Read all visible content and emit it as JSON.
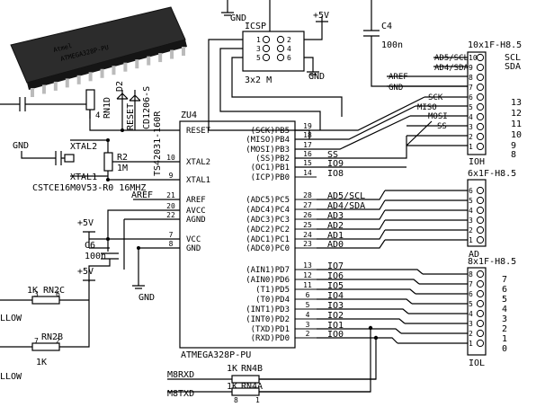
{
  "chip": {
    "designator": "ZU4",
    "part": "ATMEGA328P-PU",
    "left_pins": [
      {
        "num": "",
        "name": "RESET"
      },
      {
        "num": "10",
        "name": "XTAL2"
      },
      {
        "num": "9",
        "name": "XTAL1"
      },
      {
        "num": "21",
        "name": "AREF"
      },
      {
        "num": "20",
        "name": "AVCC"
      },
      {
        "num": "22",
        "name": "AGND"
      },
      {
        "num": "7",
        "name": "VCC"
      },
      {
        "num": "8",
        "name": "GND"
      }
    ],
    "right_pins": [
      {
        "num": "19",
        "name": "(SCK)PB5"
      },
      {
        "num": "18",
        "name": "(MISO)PB4"
      },
      {
        "num": "17",
        "name": "(MOSI)PB3"
      },
      {
        "num": "16",
        "name": "(SS)PB2"
      },
      {
        "num": "15",
        "name": "(OC1)PB1"
      },
      {
        "num": "14",
        "name": "(ICP)PB0"
      },
      {
        "num": "28",
        "name": "(ADC5)PC5"
      },
      {
        "num": "27",
        "name": "(ADC4)PC4"
      },
      {
        "num": "26",
        "name": "(ADC3)PC3"
      },
      {
        "num": "25",
        "name": "(ADC2)PC2"
      },
      {
        "num": "24",
        "name": "(ADC1)PC1"
      },
      {
        "num": "23",
        "name": "(ADC0)PC0"
      },
      {
        "num": "13",
        "name": "(AIN1)PD7"
      },
      {
        "num": "12",
        "name": "(AIN0)PD6"
      },
      {
        "num": "11",
        "name": "(T1)PD5"
      },
      {
        "num": "6",
        "name": "(T0)PD4"
      },
      {
        "num": "5",
        "name": "(INT1)PD3"
      },
      {
        "num": "4",
        "name": "(INT0)PD2"
      },
      {
        "num": "3",
        "name": "(TXD)PD1"
      },
      {
        "num": "2",
        "name": "(RXD)PD0"
      }
    ],
    "right_nets": [
      "",
      "",
      "",
      "SS",
      "IO9",
      "IO8",
      "AD5/SCL",
      "AD4/SDA",
      "AD3",
      "AD2",
      "AD1",
      "AD0",
      "IO7",
      "IO6",
      "IO5",
      "IO4",
      "IO3",
      "IO2",
      "IO1",
      "IO0"
    ]
  },
  "chip_photo": {
    "logo": "Atmel",
    "marking": "ATMEGA328P-PU"
  },
  "icsp": {
    "label": "ICSP",
    "size_label": "3x2 M",
    "pin_labels": [
      "1",
      "2",
      "3",
      "4",
      "5",
      "6"
    ],
    "gnd_top": "GND",
    "gnd_right": "GND",
    "vcc": "+5V"
  },
  "c4": {
    "name": "C4",
    "value": "100n"
  },
  "header_ioh": {
    "title": "10x1F-H8.5",
    "name": "IOH",
    "pins": [
      "10",
      "9",
      "8",
      "7",
      "6",
      "5",
      "4",
      "3",
      "2",
      "1"
    ],
    "nets": [
      "AD5/SCL",
      "AD4/SDA",
      "AREF",
      "GND",
      "SCK",
      "MISO",
      "MOSI",
      "SS"
    ],
    "side_labels": [
      "SCL",
      "SDA",
      "13",
      "12",
      "11",
      "10",
      "9",
      "8"
    ]
  },
  "header_ad": {
    "title": "6x1F-H8.5",
    "name": "AD",
    "pins": [
      "6",
      "5",
      "4",
      "3",
      "2",
      "1"
    ]
  },
  "header_iol": {
    "title": "8x1F-H8.5",
    "name": "IOL",
    "pins": [
      "8",
      "7",
      "6",
      "5",
      "4",
      "3",
      "2",
      "1"
    ],
    "side_labels": [
      "7",
      "6",
      "5",
      "4",
      "3",
      "2",
      "1",
      "0"
    ]
  },
  "crystal": {
    "designator": "CSTCE16M0V53-R0 16MHZ",
    "xtal2": "XTAL2",
    "xtal1": "XTAL1",
    "gnd": "GND"
  },
  "r2": {
    "name": "R2",
    "value": "1M"
  },
  "rn1d": {
    "name": "RN1D",
    "pin": "4"
  },
  "d2": {
    "name": "D2"
  },
  "reset_label": "RESET",
  "cd1206": "CD1206-S",
  "ts42031": "TS42031-160R",
  "aref_label": "AREF",
  "c6": {
    "name": "C6",
    "value": "100n"
  },
  "vcc_labels": [
    "+5V",
    "+5V"
  ],
  "gnd_labels": [
    "GND"
  ],
  "rn2c": {
    "name": "RN2C",
    "value": "1K",
    "pins": [
      "3",
      "6"
    ],
    "net": "LLOW"
  },
  "rn2b": {
    "name": "RN2B",
    "value": "1K",
    "pins": [
      "7",
      "2"
    ],
    "net": "LLOW"
  },
  "rn4b": {
    "name": "RN4B",
    "value": "1K",
    "net": "M8RXD"
  },
  "rn4a": {
    "name": "RN4A",
    "value": "1K",
    "pins": [
      "8",
      "1"
    ],
    "net": "M8TXD"
  },
  "colors": {
    "ink": "#000000",
    "background": "#ffffff"
  }
}
